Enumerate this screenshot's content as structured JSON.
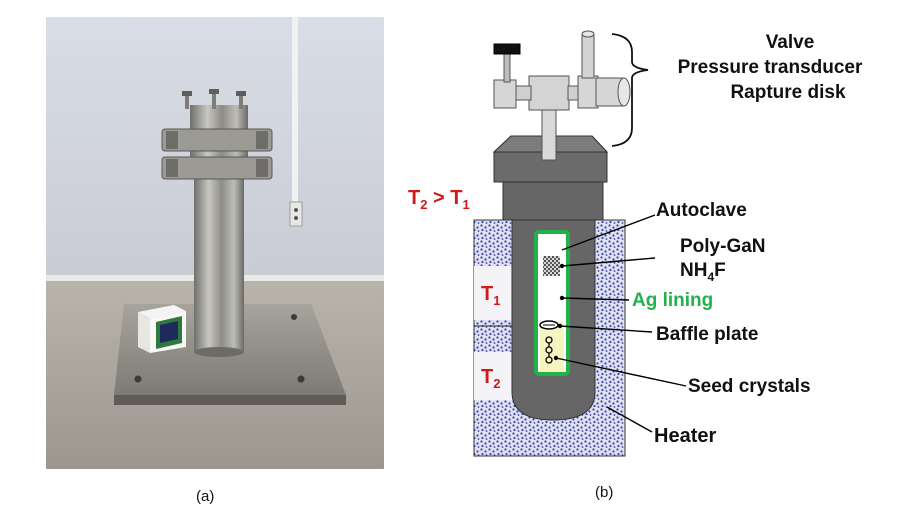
{
  "captions": {
    "a": "(a)",
    "b": "(b)"
  },
  "labels": {
    "valve": "Valve",
    "pressure_transducer": "Pressure transducer",
    "rapture_disk": "Rapture disk",
    "autoclave": "Autoclave",
    "poly_gan": "Poly-GaN",
    "nh4f_main": "NH",
    "nh4f_sub": "4",
    "nh4f_tail": "F",
    "ag_lining": "Ag lining",
    "baffle_plate": "Baffle plate",
    "seed_crystals": "Seed crystals",
    "heater": "Heater",
    "t2_gt_t1": {
      "t": "T",
      "s2": "2",
      "op": " > T",
      "s1": "1"
    },
    "t1": {
      "t": "T",
      "s": "1"
    },
    "t2": {
      "t": "T",
      "s": "2"
    }
  },
  "colors": {
    "heater_fill": "#dfe0f2",
    "heater_dots": "#3b45a6",
    "autoclave_gray": "#666666",
    "ag_lining": "#22b24c",
    "temp_red": "#d11a1a",
    "seed_zone": "#f6f5c2"
  }
}
